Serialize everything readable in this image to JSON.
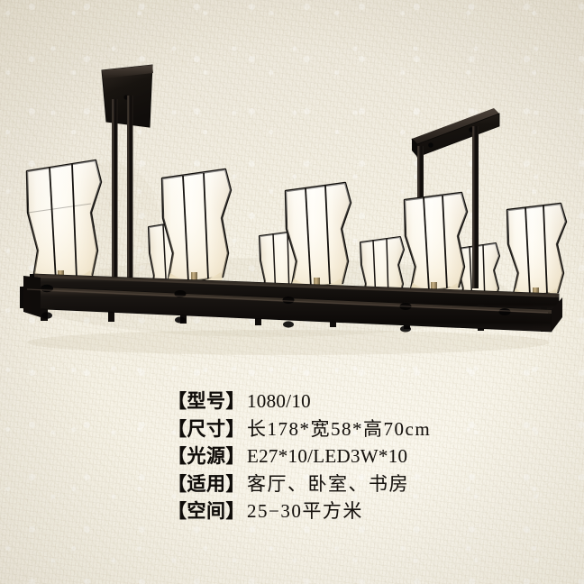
{
  "product": {
    "type": "rectangular-chandelier",
    "finish_color": "#151210",
    "shade_color": "#fdfaf3",
    "glow_color": "#f6e7c4",
    "background_color": "#f3efe3"
  },
  "specs": {
    "rows": [
      {
        "key": "【型号】",
        "value": "1080/10",
        "cjk": false
      },
      {
        "key": "【尺寸】",
        "value": "长178*宽58*高70cm",
        "cjk": true
      },
      {
        "key": "【光源】",
        "value": "E27*10/LED3W*10",
        "cjk": false
      },
      {
        "key": "【适用】",
        "value": "客厅、卧室、书房",
        "cjk": true
      },
      {
        "key": "【空间】",
        "value": "25−30平方米",
        "cjk": true
      }
    ]
  },
  "lamp": {
    "ceiling_mounts": 2,
    "shade_count_front": 5,
    "shade_count_back": 5,
    "total_shades": 10,
    "frame_bars": 2
  }
}
